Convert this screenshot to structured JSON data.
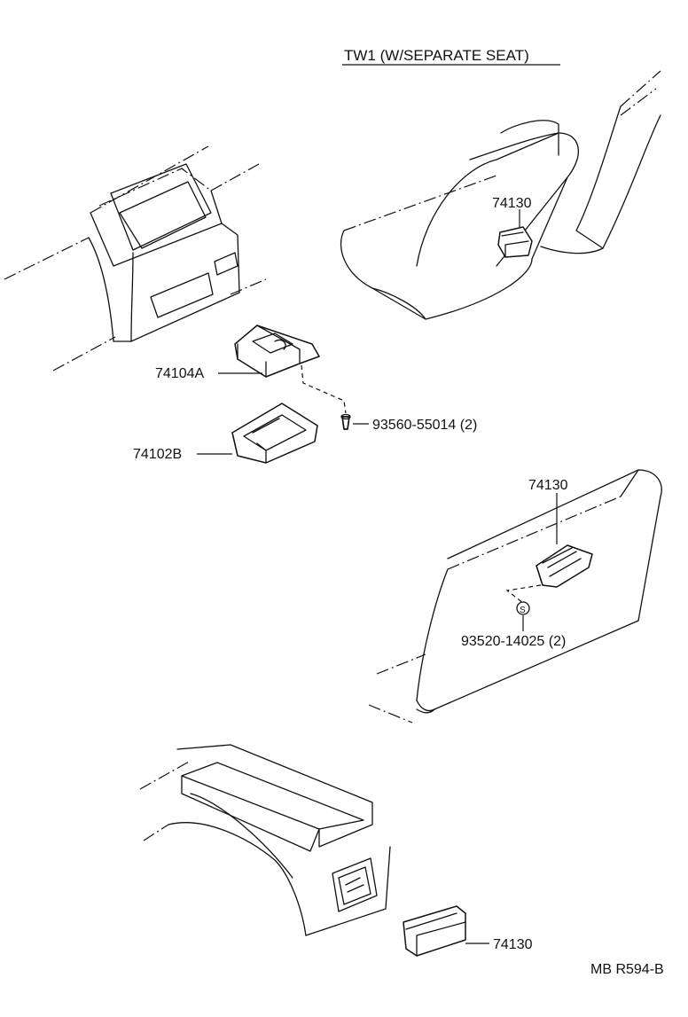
{
  "title": "TW1 (W/SEPARATE SEAT)",
  "reference_code": "MB R594-B",
  "labels": {
    "seat_ashtray": "74130",
    "holder": "74104A",
    "ashtray_inner": "74102B",
    "screw": "93560-55014 (2)",
    "rear_ashtray": "74130",
    "screw_s": "93520-14025 (2)",
    "console_ashtray": "74130",
    "s_mark": "S"
  }
}
